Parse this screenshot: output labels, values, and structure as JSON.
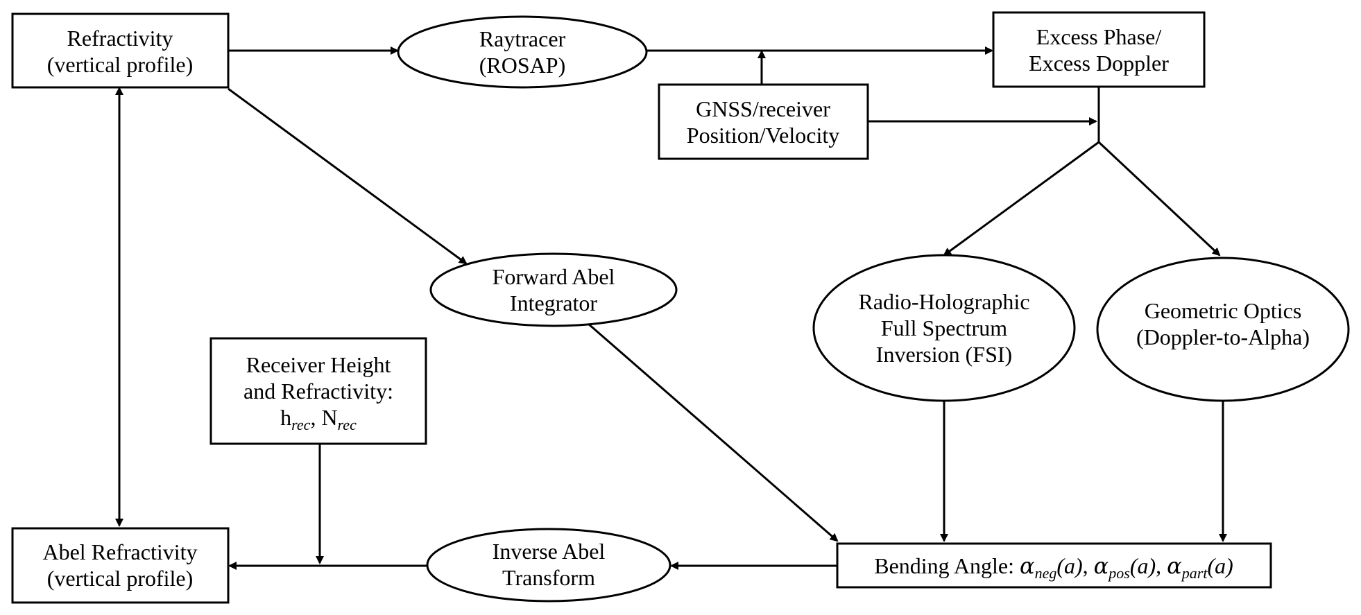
{
  "colors": {
    "stroke": "#000000",
    "background": "#ffffff"
  },
  "nodes": {
    "refractivity": {
      "line1": "Refractivity",
      "line2": "(vertical profile)"
    },
    "raytracer": {
      "line1": "Raytracer",
      "line2": "(ROSAP)"
    },
    "excess": {
      "line1": "Excess Phase/",
      "line2": "Excess Doppler"
    },
    "gnss": {
      "line1": "GNSS/receiver",
      "line2": "Position/Velocity"
    },
    "forward_abel": {
      "line1": "Forward Abel",
      "line2": "Integrator"
    },
    "receiver": {
      "line1": "Receiver Height",
      "line2": "and Refractivity:",
      "h": "h",
      "h_sub": "rec",
      "sep": ", ",
      "n": "N",
      "n_sub": "rec"
    },
    "radio_holo": {
      "line1": "Radio-Holographic",
      "line2": "Full Spectrum",
      "line3": "Inversion (FSI)"
    },
    "geometric": {
      "line1": "Geometric Optics",
      "line2": "(Doppler-to-Alpha)"
    },
    "abel_refr": {
      "line1": "Abel Refractivity",
      "line2": "(vertical profile)"
    },
    "inverse_abel": {
      "line1": "Inverse Abel",
      "line2": "Transform"
    },
    "bending": {
      "prefix": "Bending Angle: ",
      "alpha": "α",
      "neg_sub": "neg",
      "pos_sub": "pos",
      "part_sub": "part",
      "arg": "(a)",
      "sep": ", "
    }
  }
}
